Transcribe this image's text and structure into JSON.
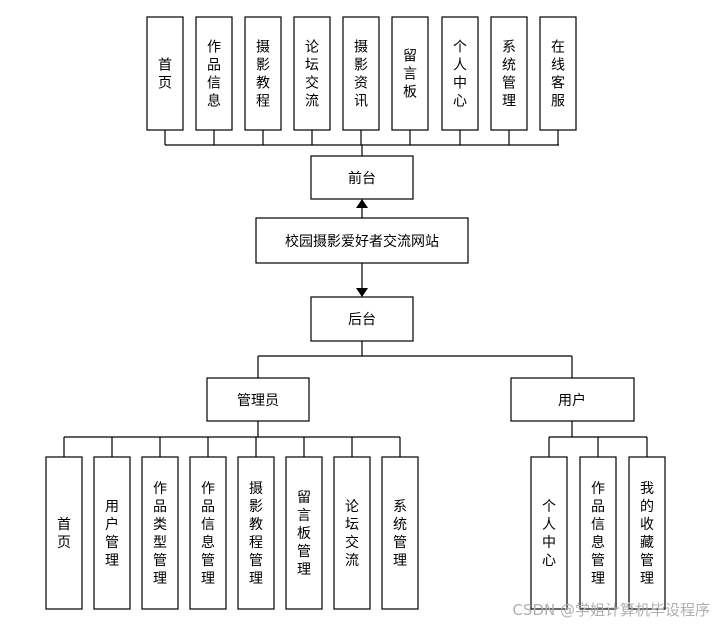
{
  "top_row": [
    "首页",
    "作品信息",
    "摄影教程",
    "论坛交流",
    "摄影资讯",
    "留言板",
    "个人中心",
    "系统管理",
    "在线客服"
  ],
  "frontend": "前台",
  "site": "校园摄影爱好者交流网站",
  "backend": "后台",
  "admin": "管理员",
  "user": "用户",
  "admin_row": [
    "首页",
    "用户管理",
    "作品类型管理",
    "作品信息管理",
    "摄影教程管理",
    "留言板管理",
    "论坛交流",
    "系统管理"
  ],
  "user_row": [
    "个人中心",
    "作品信息管理",
    "我的收藏管理"
  ],
  "watermark": "CSDN @学姐计算机毕设程序"
}
